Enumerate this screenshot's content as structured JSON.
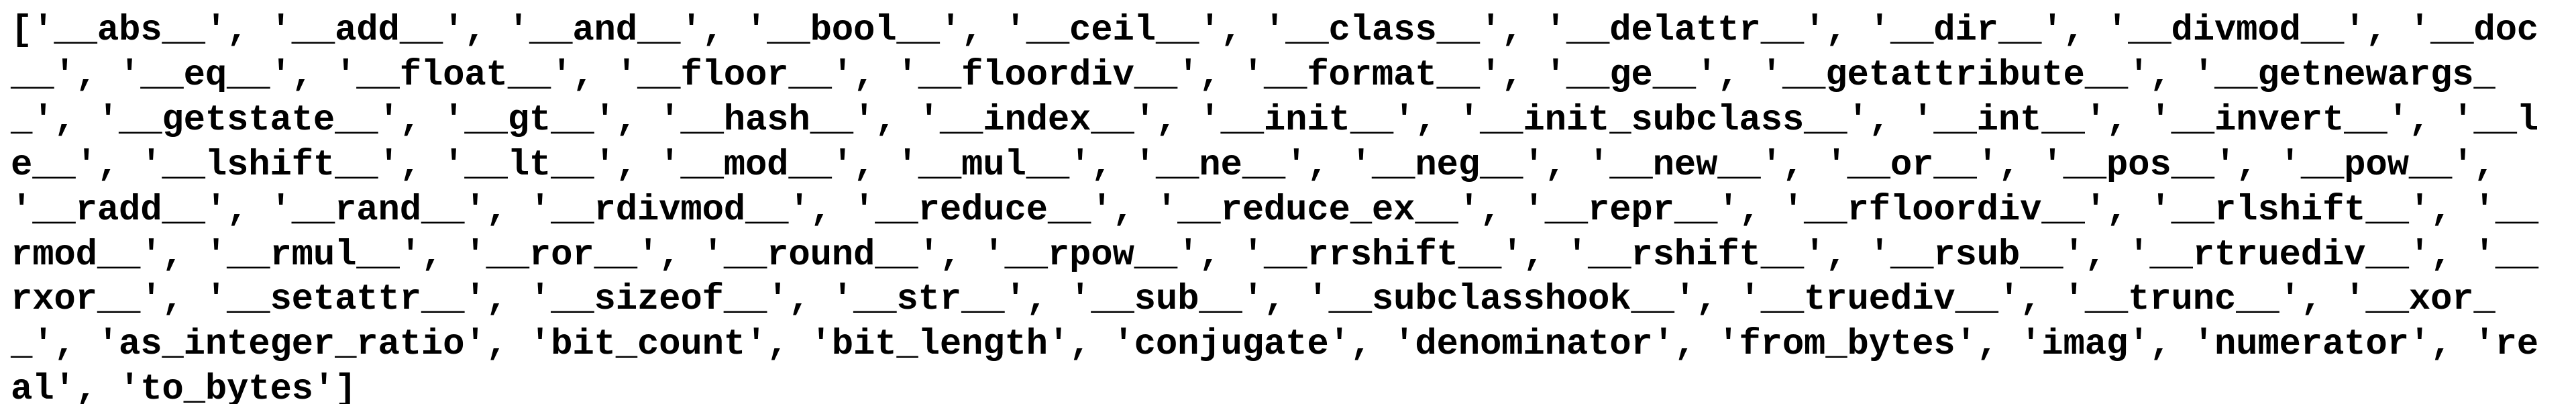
{
  "page": {
    "background_color": "#ffffff",
    "text_color": "#000000"
  },
  "console_output": {
    "lines": [
      "['__abs__', '__add__', '__and__', '__bool__', '__ceil__', '__class__', '__delattr__', '__dir__', '__divmod__', '__doc",
      "__', '__eq__', '__float__', '__floor__', '__floordiv__', '__format__', '__ge__', '__getattribute__', '__getnewargs_",
      "_', '__getstate__', '__gt__', '__hash__', '__index__', '__init__', '__init_subclass__', '__int__', '__invert__', '__l",
      "e__', '__lshift__', '__lt__', '__mod__', '__mul__', '__ne__', '__neg__', '__new__', '__or__', '__pos__', '__pow__',",
      "'__radd__', '__rand__', '__rdivmod__', '__reduce__', '__reduce_ex__', '__repr__', '__rfloordiv__', '__rlshift__', '__",
      "rmod__', '__rmul__', '__ror__', '__round__', '__rpow__', '__rrshift__', '__rshift__', '__rsub__', '__rtruediv__', '__",
      "rxor__', '__setattr__', '__sizeof__', '__str__', '__sub__', '__subclasshook__', '__truediv__', '__trunc__', '__xor_",
      "_', 'as_integer_ratio', 'bit_count', 'bit_length', 'conjugate', 'denominator', 'from_bytes', 'imag', 'numerator', 're",
      "al', 'to_bytes']"
    ],
    "items": [
      "__abs__",
      "__add__",
      "__and__",
      "__bool__",
      "__ceil__",
      "__class__",
      "__delattr__",
      "__dir__",
      "__divmod__",
      "__doc__",
      "__eq__",
      "__float__",
      "__floor__",
      "__floordiv__",
      "__format__",
      "__ge__",
      "__getattribute__",
      "__getnewargs__",
      "__getstate__",
      "__gt__",
      "__hash__",
      "__index__",
      "__init__",
      "__init_subclass__",
      "__int__",
      "__invert__",
      "__le__",
      "__lshift__",
      "__lt__",
      "__mod__",
      "__mul__",
      "__ne__",
      "__neg__",
      "__new__",
      "__or__",
      "__pos__",
      "__pow__",
      "__radd__",
      "__rand__",
      "__rdivmod__",
      "__reduce__",
      "__reduce_ex__",
      "__repr__",
      "__rfloordiv__",
      "__rlshift__",
      "__rmod__",
      "__rmul__",
      "__ror__",
      "__round__",
      "__rpow__",
      "__rrshift__",
      "__rshift__",
      "__rsub__",
      "__rtruediv__",
      "__rxor__",
      "__setattr__",
      "__sizeof__",
      "__str__",
      "__sub__",
      "__subclasshook__",
      "__truediv__",
      "__trunc__",
      "__xor__",
      "as_integer_ratio",
      "bit_count",
      "bit_length",
      "conjugate",
      "denominator",
      "from_bytes",
      "imag",
      "numerator",
      "real",
      "to_bytes"
    ]
  }
}
